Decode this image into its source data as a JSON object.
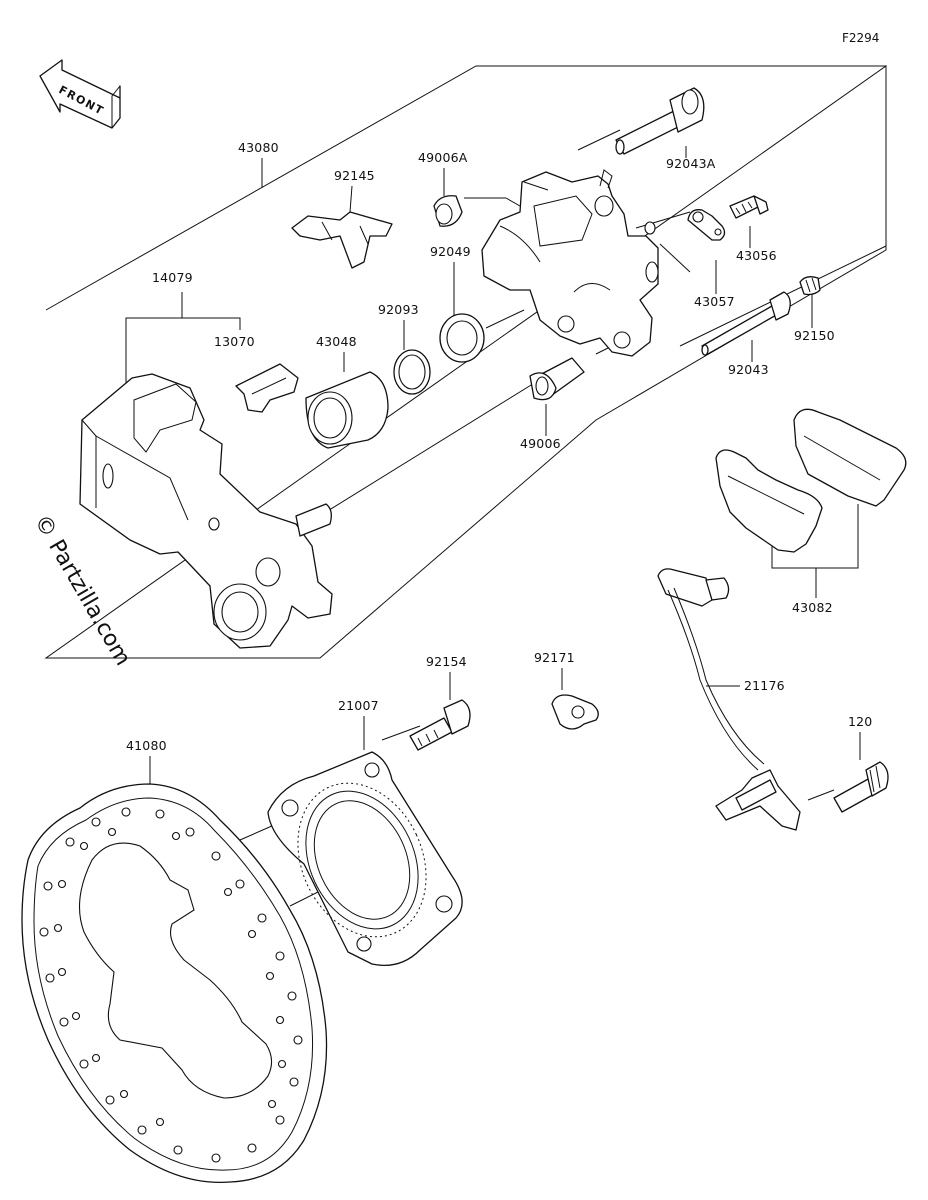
{
  "figure_code": "F2294",
  "front_arrow_label": "FRONT",
  "watermark": "© Partzilla.com",
  "labels": {
    "p43080": "43080",
    "p92145": "92145",
    "p49006A": "49006A",
    "p92043A": "92043A",
    "p43056": "43056",
    "p43057": "43057",
    "p92150": "92150",
    "p92043": "92043",
    "p92049": "92049",
    "p92093": "92093",
    "p43048": "43048",
    "p14079": "14079",
    "p13070": "13070",
    "p49006": "49006",
    "p43082": "43082",
    "p92154": "92154",
    "p92171": "92171",
    "p21007": "21007",
    "p41080": "41080",
    "p21176": "21176",
    "p120": "120"
  }
}
